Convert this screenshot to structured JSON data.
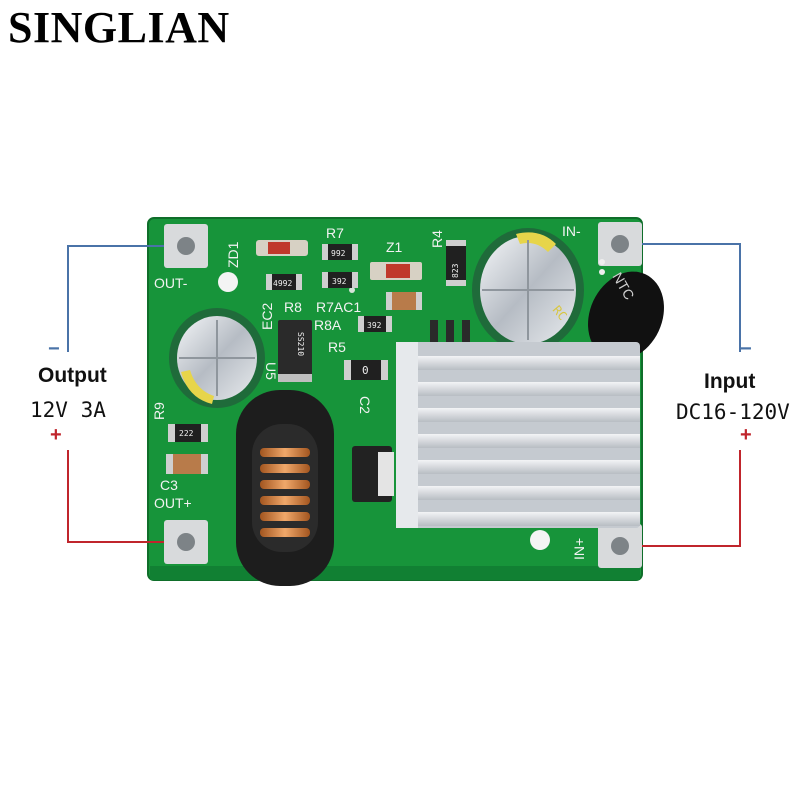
{
  "brand": "SINGLIAN",
  "output": {
    "label": "Output",
    "spec": "12V  3A",
    "minus": "−",
    "plus": "+"
  },
  "input": {
    "label": "Input",
    "spec": "DC16-120V",
    "minus": "−",
    "plus": "+"
  },
  "silkscreen": {
    "out_minus": "OUT-",
    "out_plus": "OUT+",
    "in_minus": "IN-",
    "in_plus": "IN+",
    "zd1": "ZD1",
    "r7": "R7",
    "z1": "Z1",
    "r4": "R4",
    "ec2": "EC2",
    "r8": "R8",
    "r7ac1": "R7AC1",
    "r8a": "R8A",
    "r5": "R5",
    "u5": "U5",
    "r9": "R9",
    "c3": "C3",
    "c2": "C2",
    "ntc": "NTC",
    "res_r7": "992",
    "res_r8": "4992",
    "res_r7a": "392",
    "res_r8a": "392",
    "res_r4": "823",
    "res_r5": "0",
    "res_r9": "222",
    "diode_u5": "SS210",
    "cap_pola": "RC"
  },
  "colors": {
    "pcb": "#17943a",
    "wire_negative": "#4a73a8",
    "wire_positive": "#c0252c",
    "heatsink": "#d9dde2"
  }
}
